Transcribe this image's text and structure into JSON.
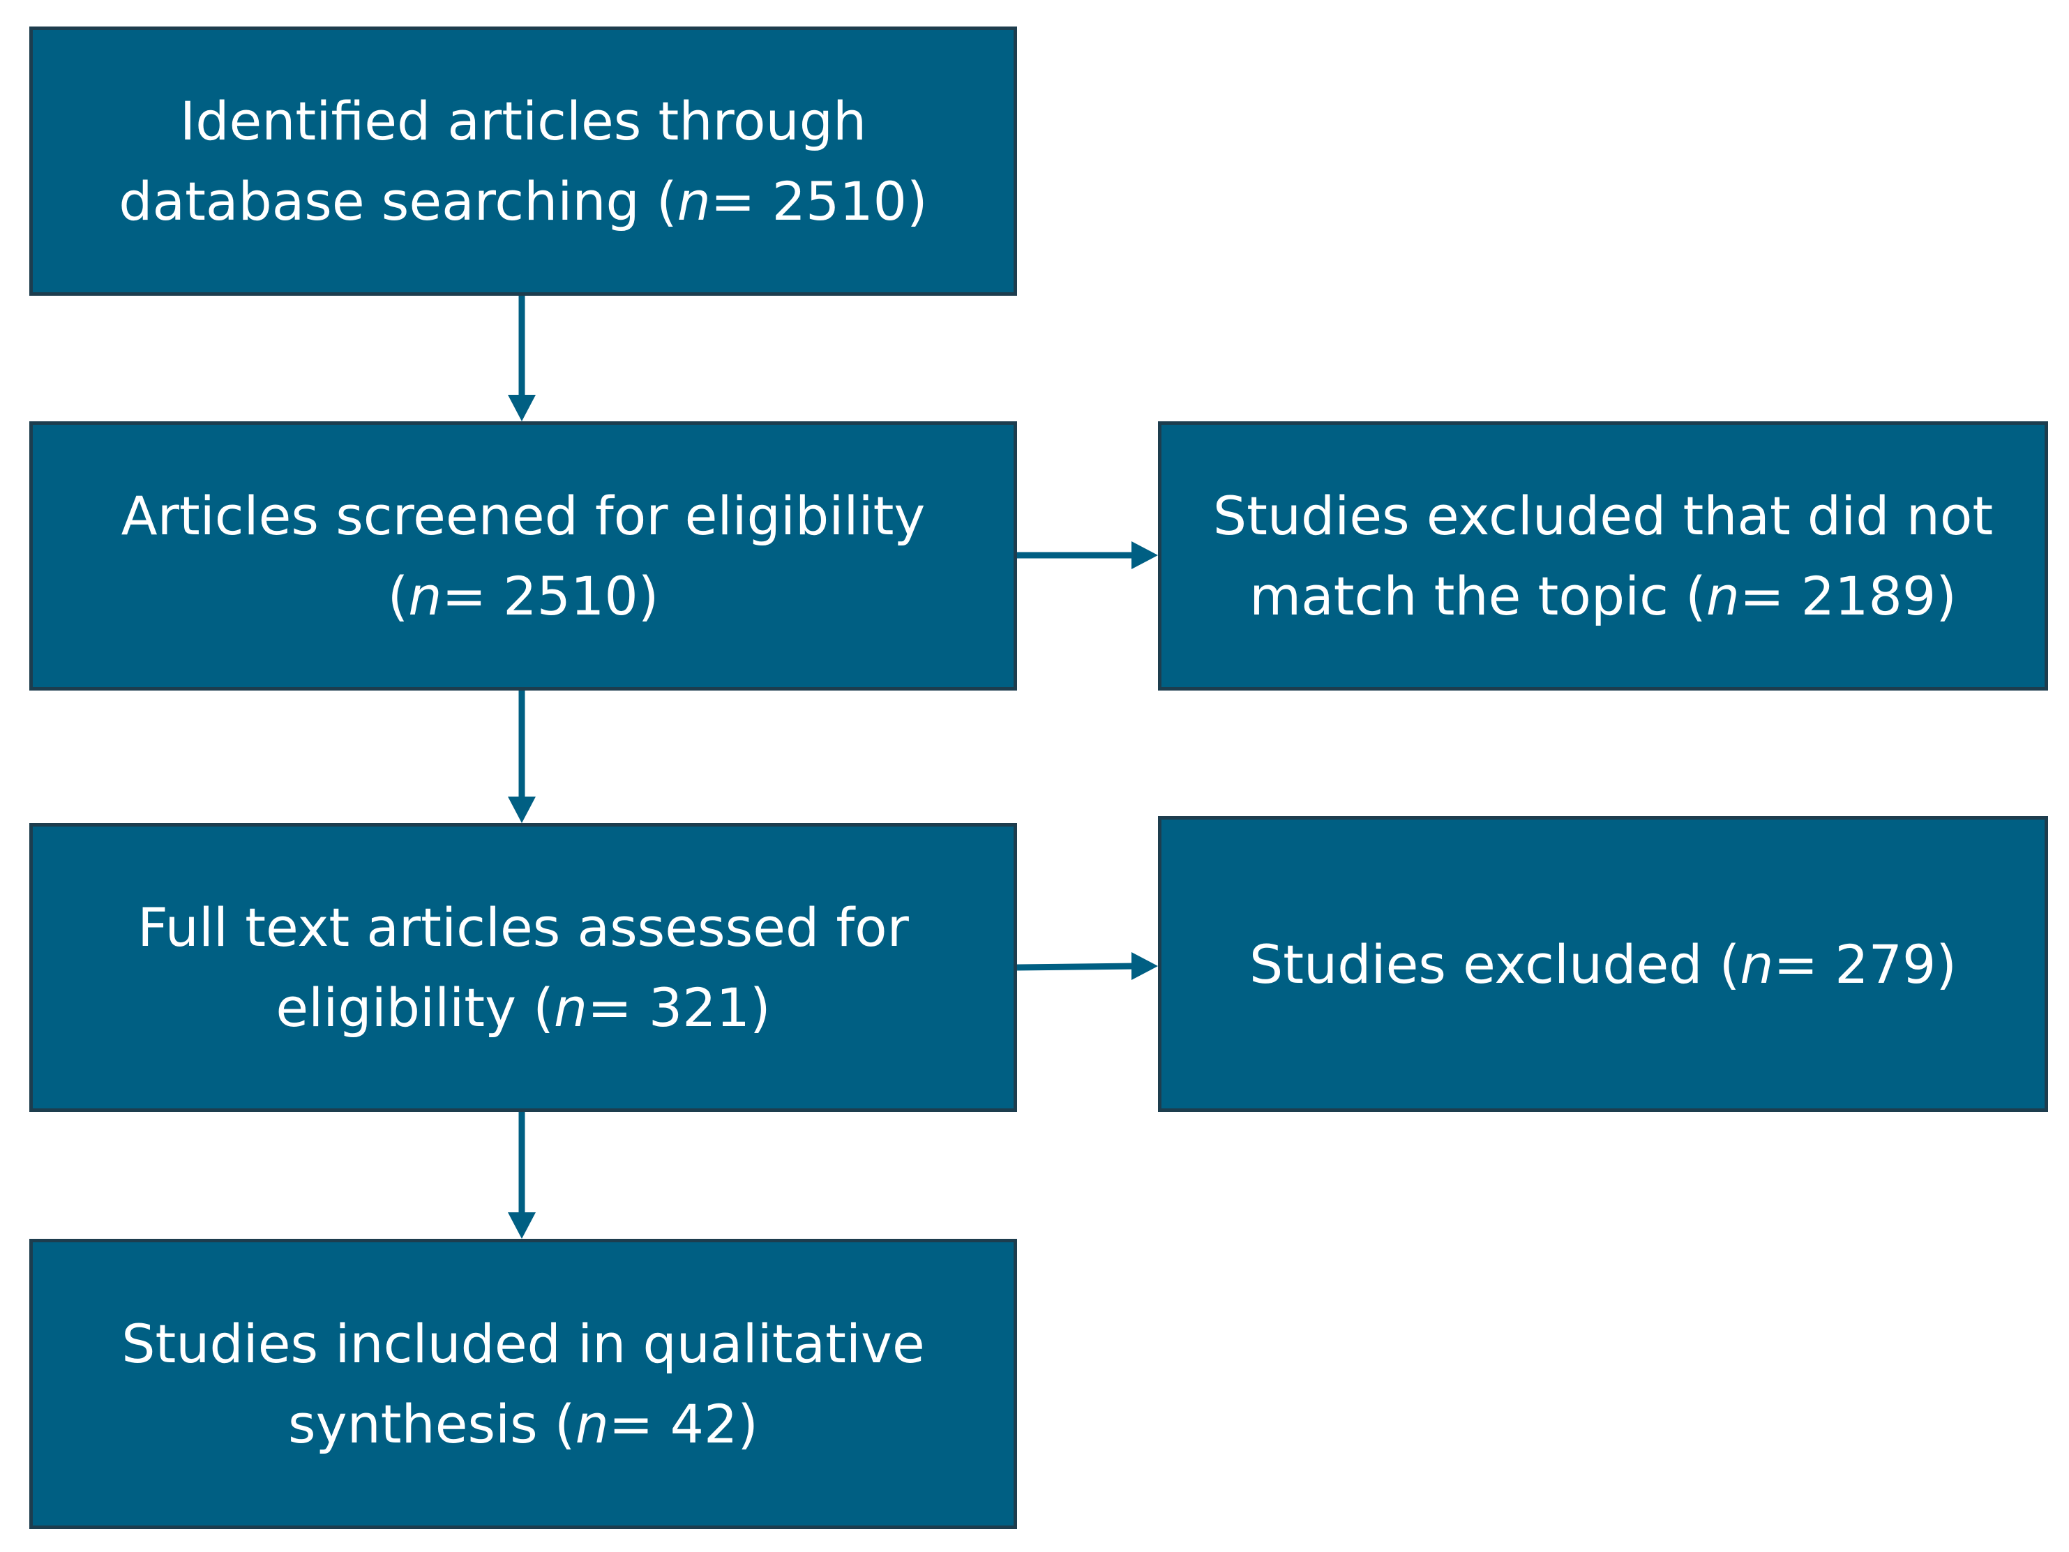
{
  "colors": {
    "box_fill": "#005f83",
    "box_border": "#1d3d4e",
    "arrow": "#005f83",
    "text": "#ffffff"
  },
  "boxes": [
    {
      "id": "identified",
      "line1": "Identified articles through",
      "line2_prefix": "database searching (",
      "n_label": "n",
      "line2_suffix": "= 2510)"
    },
    {
      "id": "screened",
      "line1": "Articles screened for eligibility",
      "line2_prefix": "(",
      "n_label": "n",
      "line2_suffix": "= 2510)"
    },
    {
      "id": "excluded-topic",
      "line1": "Studies excluded that did not",
      "line2_prefix": "match the topic (",
      "n_label": "n",
      "line2_suffix": "= 2189)"
    },
    {
      "id": "full-text",
      "line1": "Full text articles assessed for",
      "line2_prefix": "eligibility (",
      "n_label": "n",
      "line2_suffix": "= 321)"
    },
    {
      "id": "excluded",
      "line1": "",
      "line2_prefix": "Studies excluded (",
      "n_label": "n",
      "line2_suffix": "= 279)"
    },
    {
      "id": "included",
      "line1": "Studies included in qualitative",
      "line2_prefix": "synthesis (",
      "n_label": "n",
      "line2_suffix": "= 42)"
    }
  ]
}
